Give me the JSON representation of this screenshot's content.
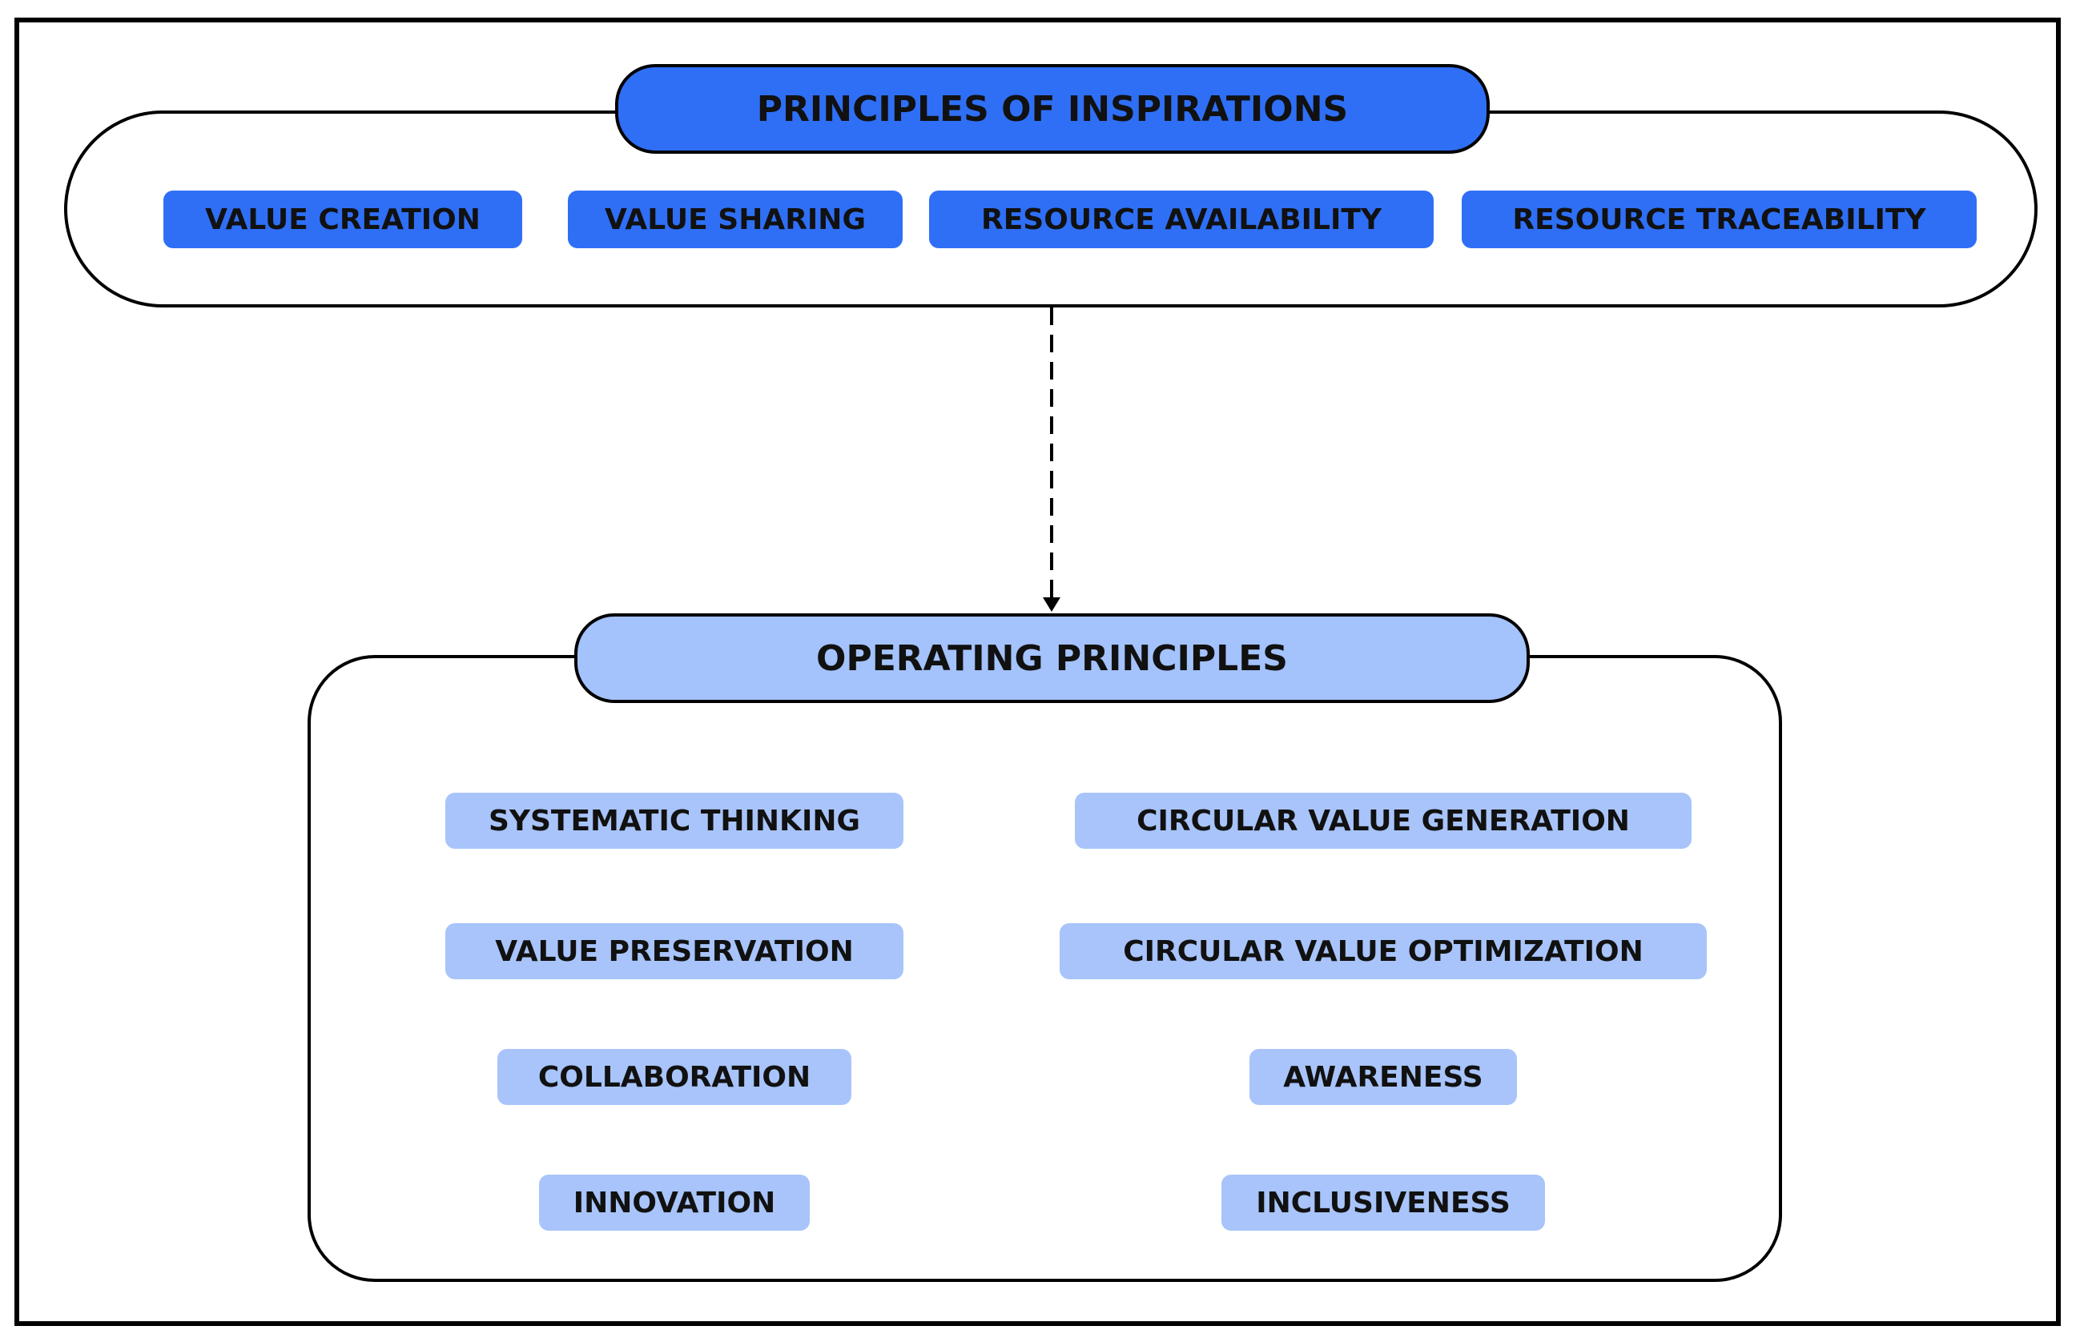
{
  "inspirations": {
    "title": "PRINCIPLES OF INSPIRATIONS",
    "items": [
      "VALUE CREATION",
      "VALUE SHARING",
      "RESOURCE AVAILABILITY",
      "RESOURCE TRACEABILITY"
    ],
    "color": "#2f6ff6"
  },
  "operating": {
    "title": "OPERATING PRINCIPLES",
    "left_items": [
      "SYSTEMATIC THINKING",
      "VALUE PRESERVATION",
      "COLLABORATION",
      "INNOVATION"
    ],
    "right_items": [
      "CIRCULAR VALUE GENERATION",
      "CIRCULAR VALUE OPTIMIZATION",
      "AWARENESS",
      "INCLUSIVENESS"
    ],
    "color": "#a4c2fb"
  }
}
